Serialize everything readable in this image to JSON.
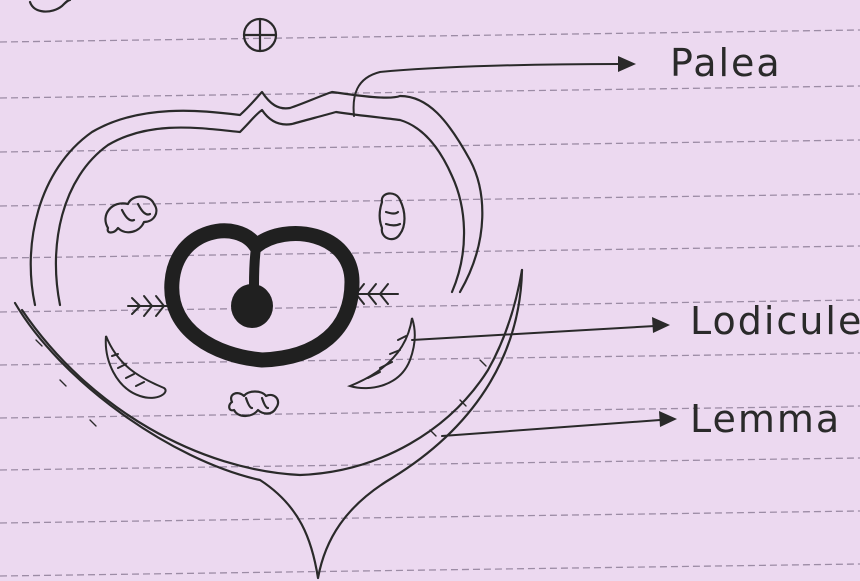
{
  "labels": {
    "palea": "Palea",
    "lodicule": "Lodicule",
    "lemma": "Lemma"
  },
  "colors": {
    "paper": "#ecd9f0",
    "ruled_line": "#8f7f98",
    "ink": "#2a2a2a",
    "heavy_ink": "#202020"
  }
}
